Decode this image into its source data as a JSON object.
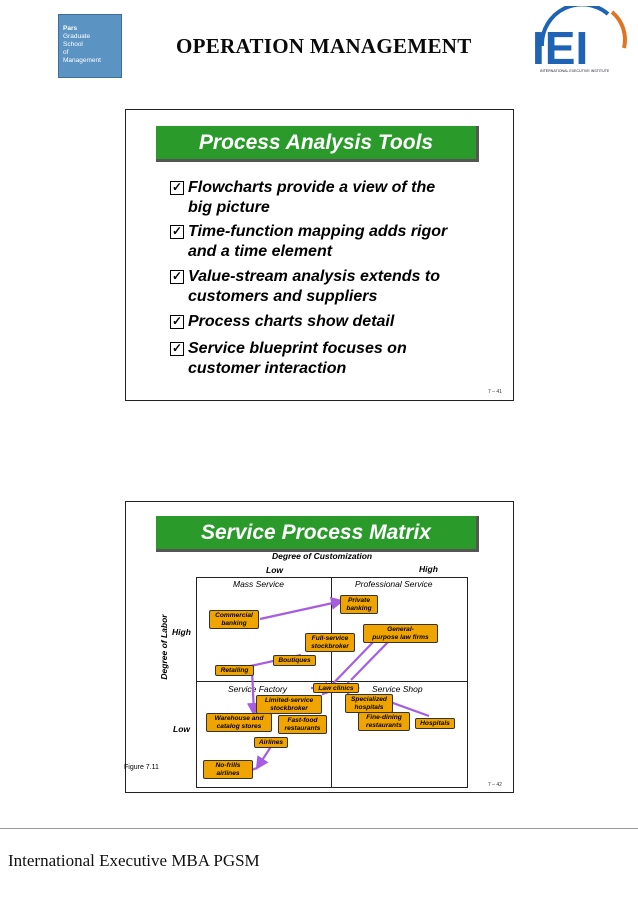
{
  "header": {
    "title": "OPERATION MANAGEMENT",
    "left_logo_lines": [
      "Pars",
      "Graduate",
      "School",
      "of",
      "Management"
    ],
    "right_logo_text": "IEI",
    "right_logo_tagline": "INTERNATIONAL EXECUTIVE INSTITUTE"
  },
  "slide1": {
    "title": "Process Analysis Tools",
    "bullets": [
      {
        "line1": "Flowcharts provide a view of the",
        "line2": "big picture"
      },
      {
        "line1": "Time-function mapping adds rigor",
        "line2": "and a time element"
      },
      {
        "line1": "Value-stream analysis extends to",
        "line2": "customers and suppliers"
      },
      {
        "line1": "Process charts show detail",
        "line2": ""
      },
      {
        "line1": "Service blueprint focuses on",
        "line2": "customer interaction"
      }
    ],
    "slide_number": "7 – 41"
  },
  "slide2": {
    "title": "Service Process Matrix",
    "x_axis_title": "Degree of Customization",
    "x_low": "Low",
    "x_high": "High",
    "y_axis_title": "Degree of Labor",
    "y_high": "High",
    "y_low": "Low",
    "quadrants": {
      "top_left": "Mass Service",
      "top_right": "Professional Service",
      "bottom_left": "Service Factory",
      "bottom_right": "Service Shop"
    },
    "items": {
      "commercial_banking": "Commercial\nbanking",
      "private_banking": "Private\nbanking",
      "general_purpose_law": "General-\npurpose law firms",
      "full_service_stockbroker": "Full-service\nstockbroker",
      "boutiques": "Boutiques",
      "retailing": "Retailing",
      "law_clinics": "Law clinics",
      "limited_service_stockbroker": "Limited-service\nstockbroker",
      "specialized_hospitals": "Specialized\nhospitals",
      "warehouse_catalog": "Warehouse and\ncatalog stores",
      "fast_food": "Fast-food\nrestaurants",
      "fine_dining": "Fine-dining\nrestaurants",
      "hospitals": "Hospitals",
      "airlines": "Airlines",
      "no_frills_airlines": "No-frills\nairlines"
    },
    "figure_label": "Figure 7.11",
    "slide_number": "7 – 42",
    "arrow_color": "#a65de0",
    "item_color": "#f0a400"
  },
  "footer": {
    "text": "International Executive MBA PGSM"
  },
  "colors": {
    "title_green": "#2a9b2a"
  }
}
